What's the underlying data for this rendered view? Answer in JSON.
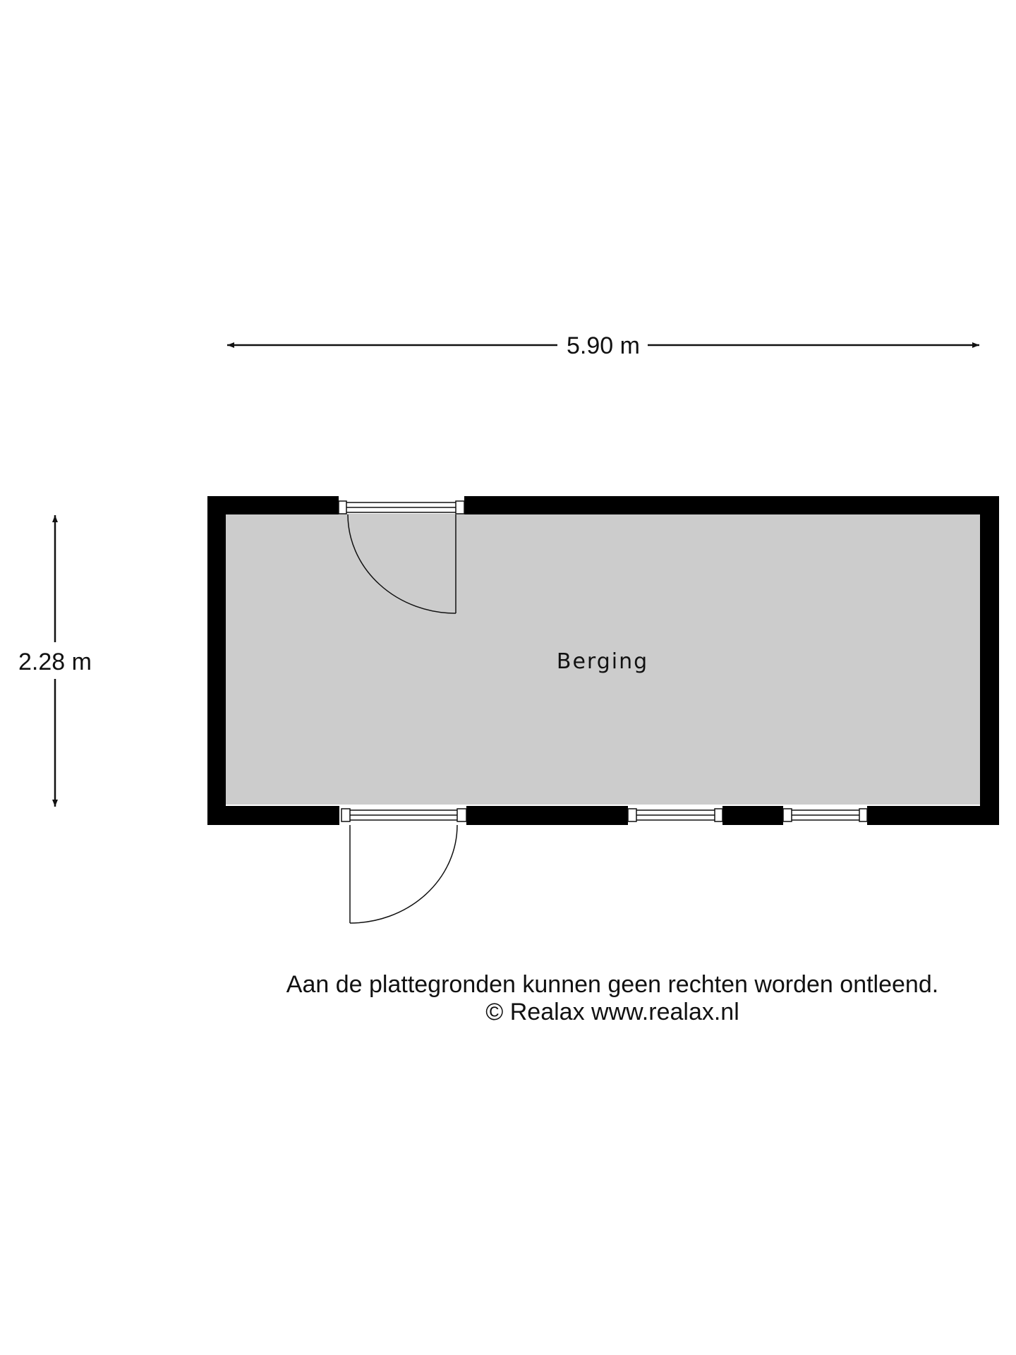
{
  "dimensions": {
    "width_label": "5.90 m",
    "height_label": "2.28 m"
  },
  "rooms": [
    {
      "name": "Berging"
    }
  ],
  "footer": {
    "disclaimer": "Aan de plattegronden kunnen geen rechten worden ontleend.",
    "copyright": "© Realax www.realax.nl"
  },
  "colors": {
    "wall": "#000000",
    "floor": "#cccccc",
    "line": "#111111"
  }
}
